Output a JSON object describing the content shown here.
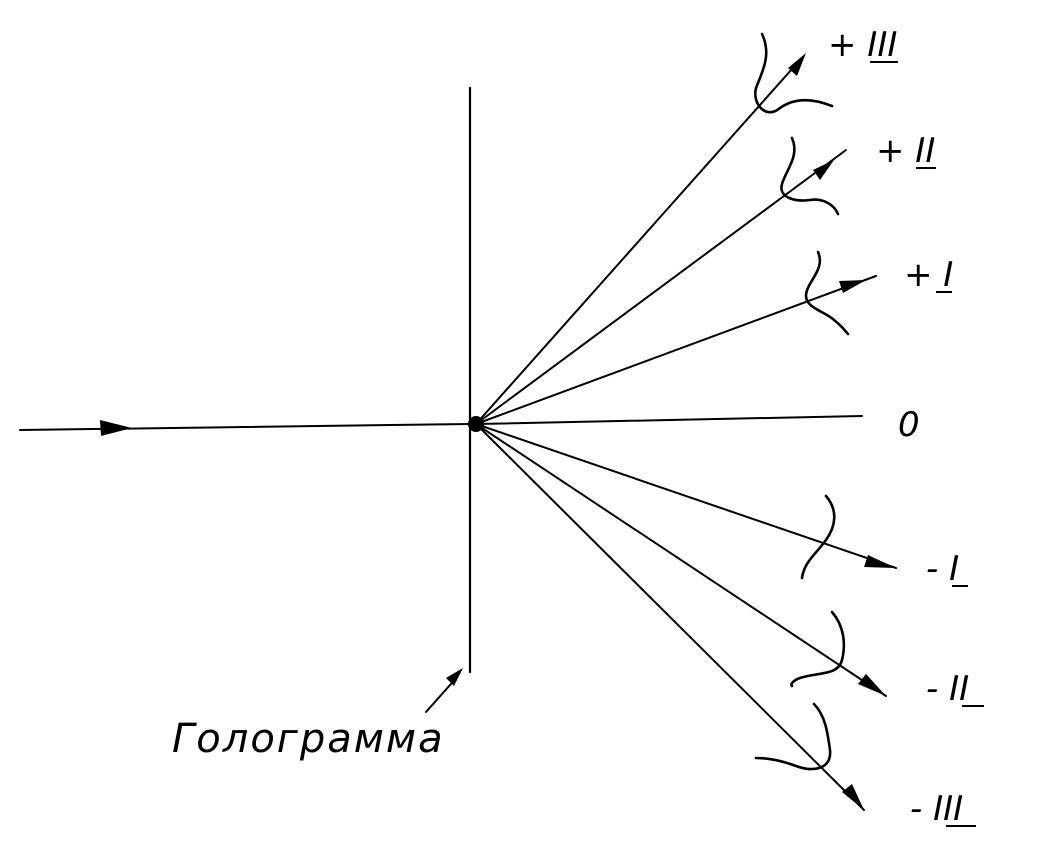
{
  "diagram": {
    "caption": "Голограмма",
    "zero_order_label": "0",
    "orders": [
      {
        "sign": "+",
        "numeral": "III",
        "label": "+ III"
      },
      {
        "sign": "+",
        "numeral": "II",
        "label": "+ II"
      },
      {
        "sign": "+",
        "numeral": "I",
        "label": "+ I"
      },
      {
        "sign": "-",
        "numeral": "I",
        "label": "- I"
      },
      {
        "sign": "-",
        "numeral": "II",
        "label": "- II"
      },
      {
        "sign": "-",
        "numeral": "III",
        "label": "- III"
      }
    ],
    "colors": {
      "ink": "#000000",
      "background": "#ffffff"
    }
  }
}
